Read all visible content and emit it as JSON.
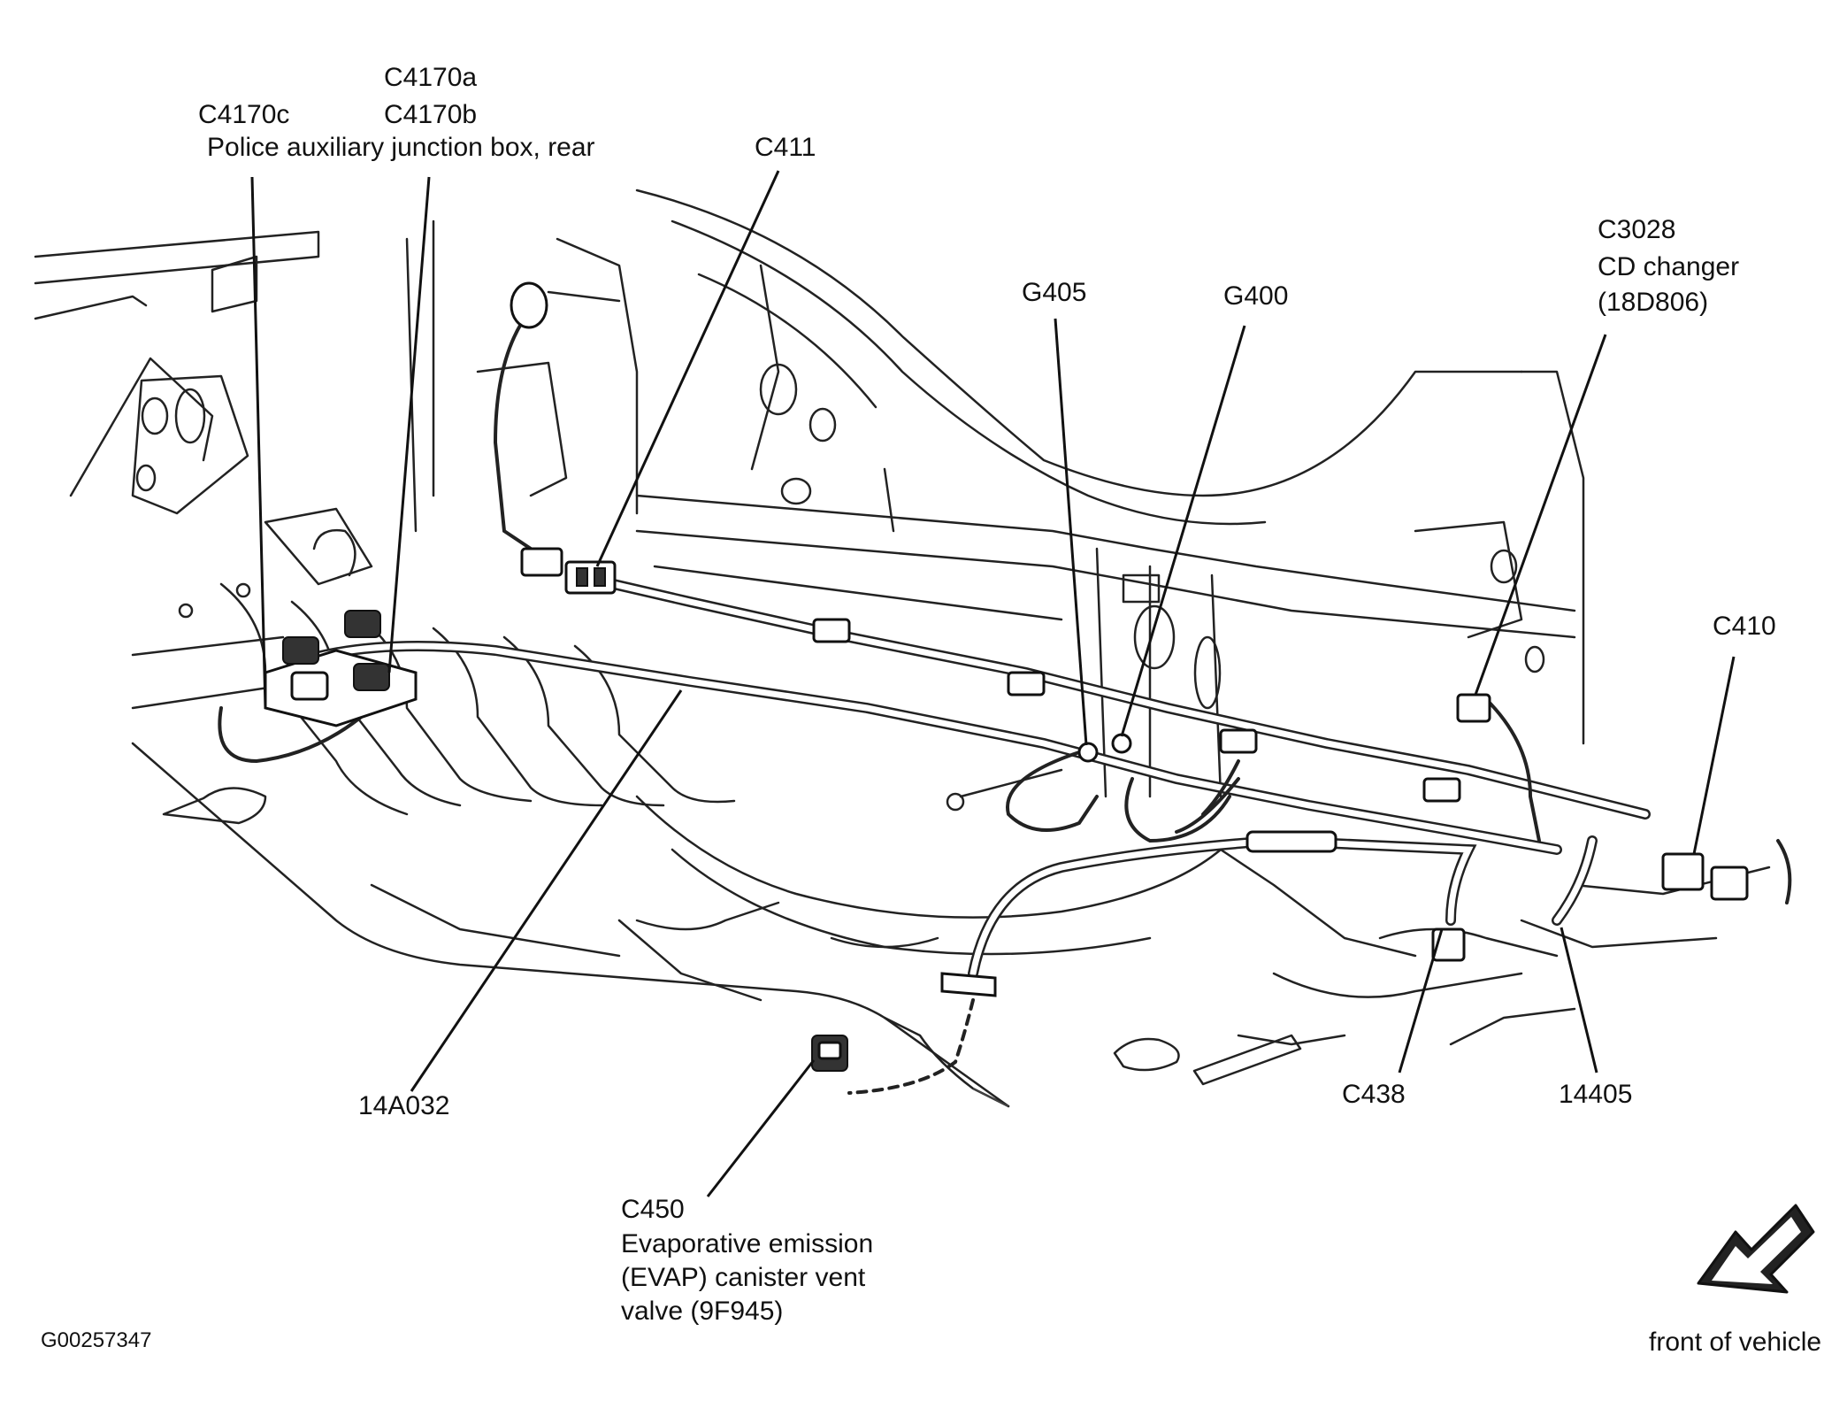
{
  "labels": {
    "c4170a": "C4170a",
    "c4170b": "C4170b",
    "c4170c": "C4170c",
    "junction_box": "Police auxiliary junction box, rear",
    "c411": "C411",
    "g405": "G405",
    "g400": "G400",
    "c3028": "C3028",
    "cd_changer": "CD changer",
    "cd_changer_part": "(18D806)",
    "c410": "C410",
    "harness_14a032": "14A032",
    "c438": "C438",
    "harness_14405": "14405",
    "c450": "C450",
    "evap_line1": "Evaporative emission",
    "evap_line2": "(EVAP) canister vent",
    "evap_line3": "valve (9F945)",
    "figure_id": "G00257347",
    "front_of_vehicle": "front of vehicle"
  },
  "colors": {
    "ink": "#111111",
    "background": "#ffffff"
  },
  "icons": {
    "direction": "front-arrow-icon"
  }
}
